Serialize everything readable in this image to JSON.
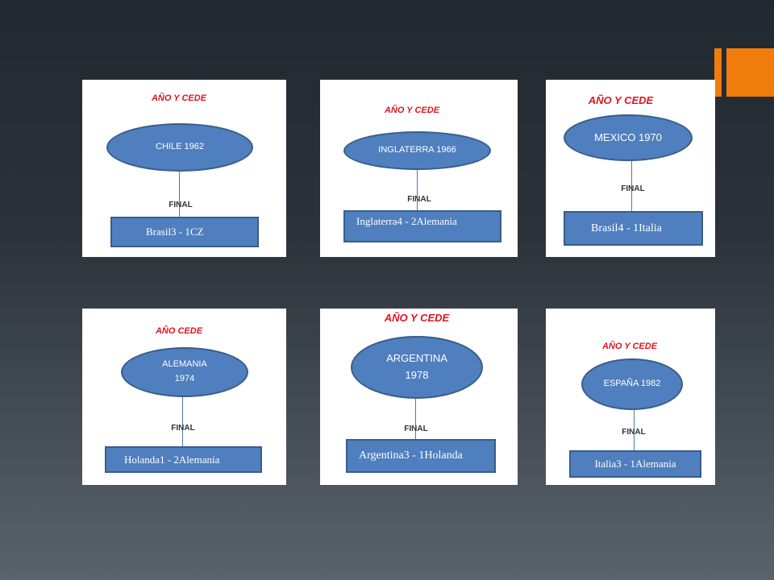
{
  "panels": [
    {
      "title": "AÑO Y CEDE",
      "host": "CHILE 1962",
      "stage": "FINAL",
      "result": "Brasil3 - 1CZ"
    },
    {
      "title": "AÑO Y CEDE",
      "host": "INGLATERRA 1966",
      "stage": "FINAL",
      "result": "Inglaterra4 - 2Alemania"
    },
    {
      "title": "AÑO Y CEDE",
      "host": "MEXICO 1970",
      "stage": "FINAL",
      "result": "Brasil4 - 1Italia"
    },
    {
      "title": "AÑO CEDE",
      "host": "ALEMANIA\n1974",
      "stage": "FINAL",
      "result": "Holanda1 - 2Alemania"
    },
    {
      "title": "AÑO Y CEDE",
      "host": "ARGENTINA\n1978",
      "stage": "FINAL",
      "result": "Argentina3 - 1Holanda"
    },
    {
      "title": "AÑO Y CEDE",
      "host": "ESPAÑA 1982",
      "stage": "FINAL",
      "result": "Italia3 - 1Alemania"
    }
  ],
  "colors": {
    "background": "#222830",
    "accent": "#f07c0c",
    "title_red": "#e0141e",
    "node_blue": "#4f7fbe",
    "node_border": "#385d8a"
  }
}
